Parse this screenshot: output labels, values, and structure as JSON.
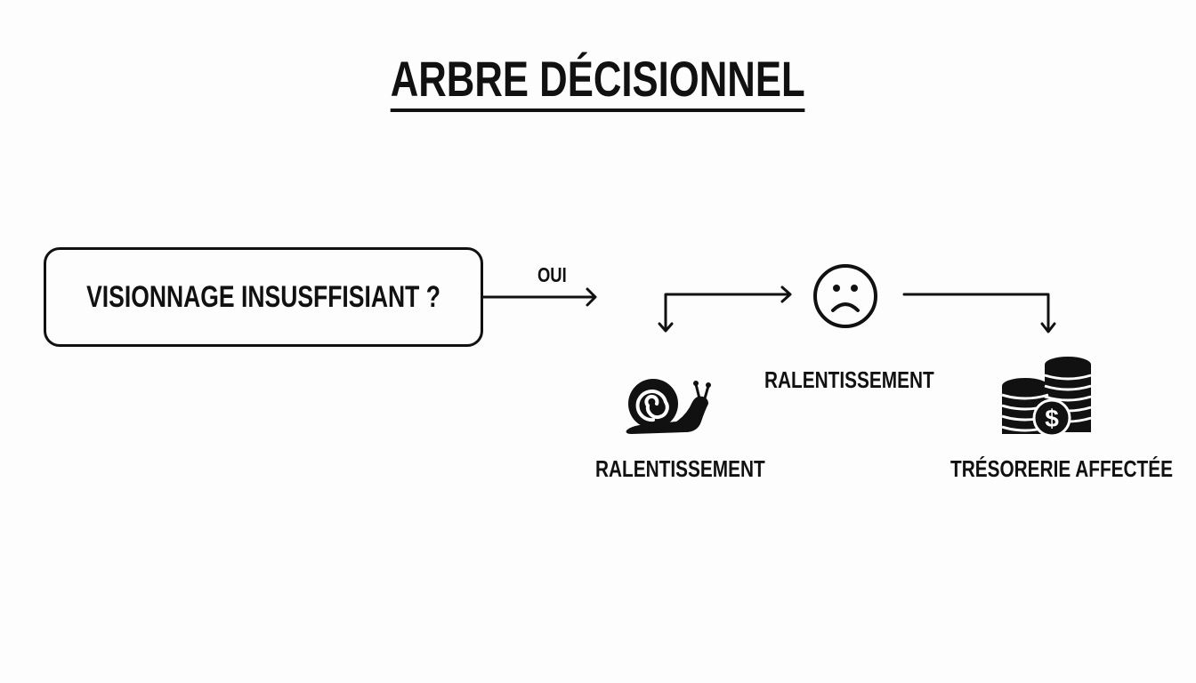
{
  "title": "ARBRE DÉCISIONNEL",
  "question_node": {
    "label": "VISIONNAGE INSUSFFISIANT ?"
  },
  "edge_yes": {
    "label": "OUI"
  },
  "outcomes": [
    {
      "icon": "snail-icon",
      "label": "RALENTISSEMENT"
    },
    {
      "icon": "sad-face-icon",
      "label": "RALENTISSEMENT"
    },
    {
      "icon": "coins-dollar-icon",
      "label": "TRÉSORERIE AFFECTÉE"
    }
  ],
  "colors": {
    "background": "#fdfdfd",
    "ink": "#111111"
  }
}
